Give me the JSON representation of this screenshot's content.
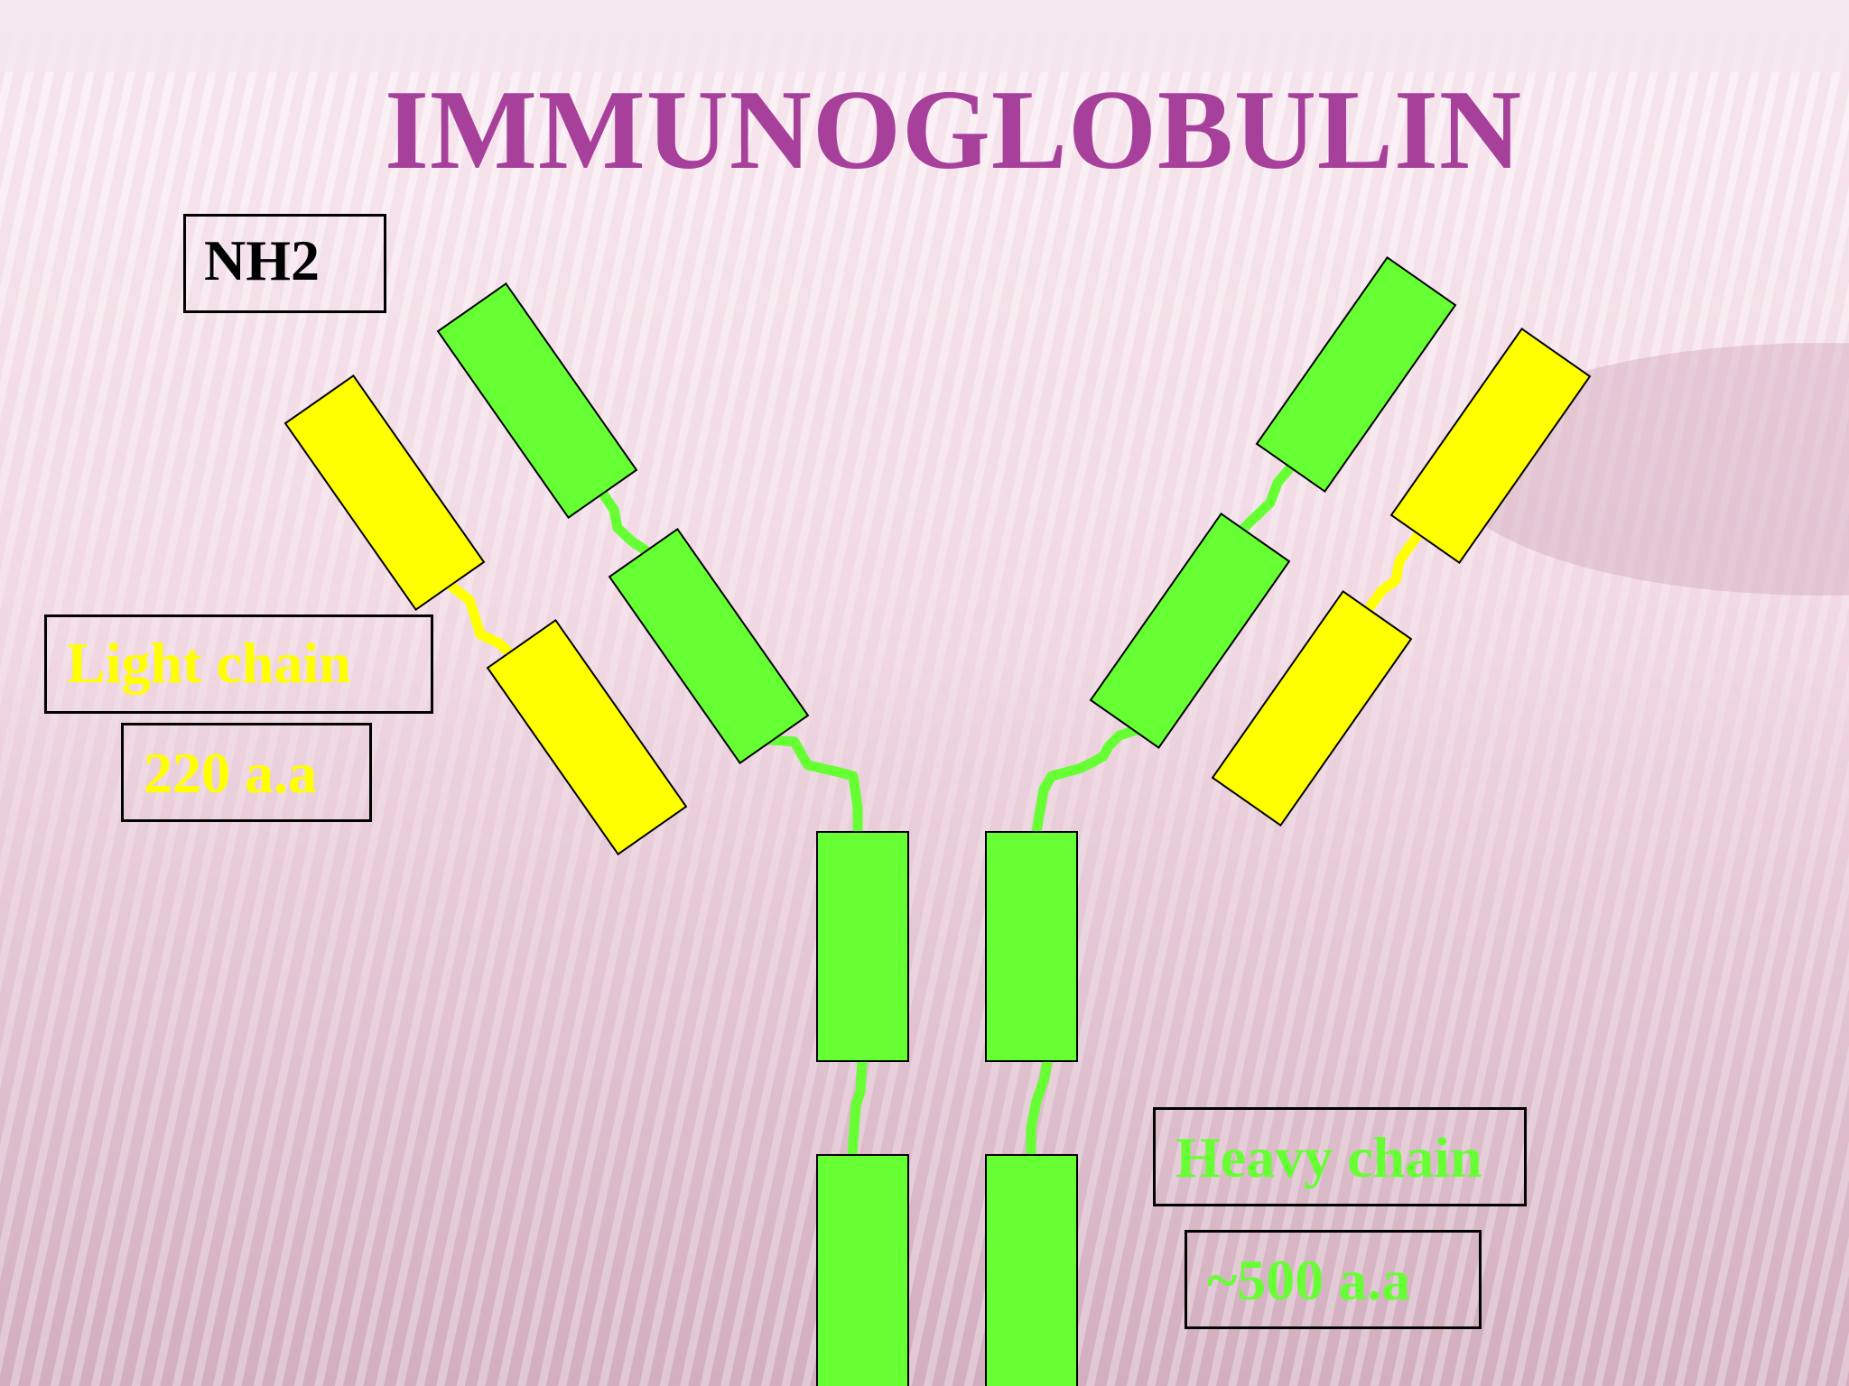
{
  "title": "IMMUNOGLOBULIN",
  "labels": {
    "nh2": "NH2",
    "light_chain": "Light chain",
    "light_aa": "220 a.a",
    "heavy_chain": "Heavy chain",
    "heavy_aa": "~500 a.a"
  },
  "colors": {
    "title": "#a6409b",
    "heavy_domain": "#66ff33",
    "light_domain": "#ffff00",
    "outline": "#000000",
    "background": "#f2dbe6"
  }
}
